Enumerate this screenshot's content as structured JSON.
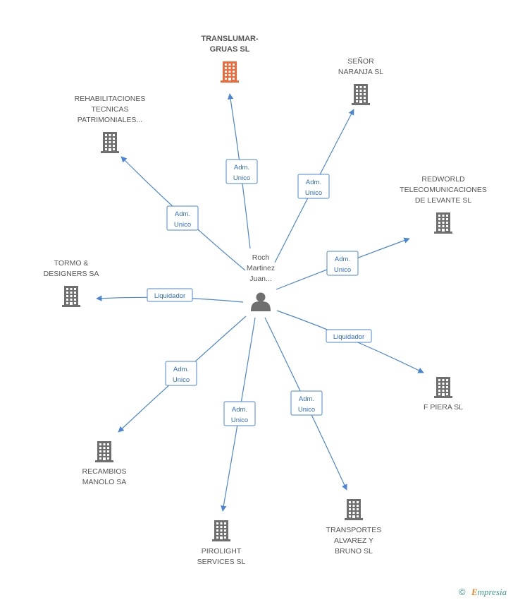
{
  "center": {
    "label": [
      "Roch",
      "Martinez",
      "Juan..."
    ],
    "icon": "person-icon"
  },
  "companies": [
    {
      "id": "transluman",
      "label": [
        "TRANSLUMAR-",
        "GRUAS SL"
      ],
      "highlight": true,
      "color": "#f26a3a",
      "icon": "building-icon",
      "relation": "Adm.\nUnico"
    },
    {
      "id": "senor-naranja",
      "label": [
        "SEÑOR",
        "NARANJA SL"
      ],
      "color": "#6f6f6f",
      "icon": "building-icon",
      "relation": "Adm.\nUnico"
    },
    {
      "id": "rehabilitaciones",
      "label": [
        "REHABILITACIONES",
        "TECNICAS",
        "PATRIMONIALES..."
      ],
      "color": "#6f6f6f",
      "icon": "building-icon",
      "relation": "Adm.\nUnico"
    },
    {
      "id": "redworld",
      "label": [
        "REDWORLD",
        "TELECOMUNICACIONES",
        "DE LEVANTE SL"
      ],
      "color": "#6f6f6f",
      "icon": "building-icon",
      "relation": "Adm.\nUnico"
    },
    {
      "id": "tormo",
      "label": [
        "TORMO &",
        "DESIGNERS SA"
      ],
      "color": "#6f6f6f",
      "icon": "building-icon",
      "relation": "Liquidador"
    },
    {
      "id": "f-piera",
      "label": [
        "F PIERA SL"
      ],
      "color": "#6f6f6f",
      "icon": "building-icon",
      "relation": "Liquidador"
    },
    {
      "id": "recambios",
      "label": [
        "RECAMBIOS",
        "MANOLO SA"
      ],
      "color": "#6f6f6f",
      "icon": "building-icon",
      "relation": "Adm.\nUnico"
    },
    {
      "id": "pirolight",
      "label": [
        "PIROLIGHT",
        "SERVICES SL"
      ],
      "color": "#6f6f6f",
      "icon": "building-icon",
      "relation": "Adm.\nUnico"
    },
    {
      "id": "transportes",
      "label": [
        "TRANSPORTES",
        "ALVAREZ Y",
        "BRUNO SL"
      ],
      "color": "#6f6f6f",
      "icon": "building-icon",
      "relation": "Adm.\nUnico"
    }
  ],
  "colors": {
    "edge": "#4a86d6",
    "person": "#6f6f6f",
    "highlight": "#f26a3a",
    "building": "#6f6f6f"
  },
  "footer": {
    "copyright_symbol": "©",
    "brand": "mpresia",
    "brand_initial": "E"
  }
}
